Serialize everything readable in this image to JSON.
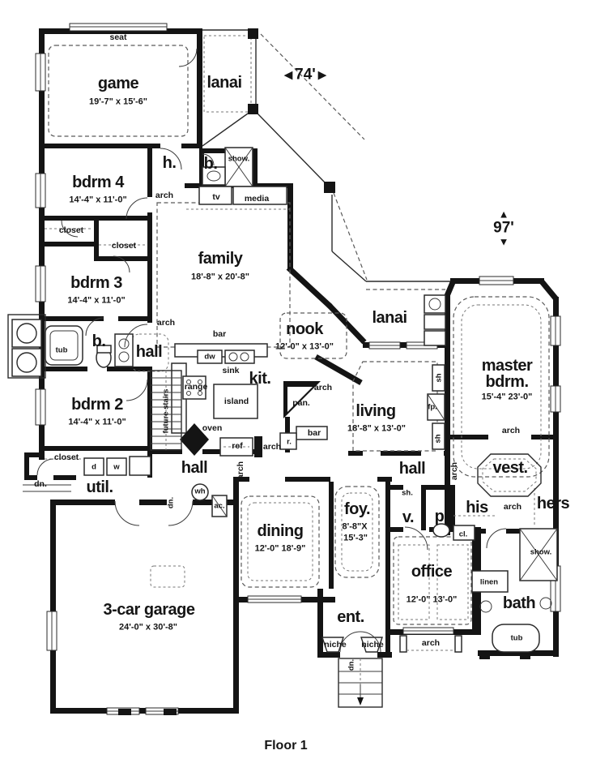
{
  "title": "Floor 1",
  "markers": {
    "width": {
      "value": "74'",
      "left_arrow": "◀",
      "right_arrow": "▶"
    },
    "height": {
      "value": "97'",
      "up_arrow": "▲",
      "down_arrow": "▼"
    }
  },
  "rooms": [
    {
      "label": "game",
      "dims": "19'-7\" x 15'-6\""
    },
    {
      "label": "lanai"
    },
    {
      "label": "bdrm 4",
      "dims": "14'-4\" x 11'-0\""
    },
    {
      "label": "h."
    },
    {
      "label": "b."
    },
    {
      "label": "family",
      "dims": "18'-8\" x 20'-8\""
    },
    {
      "label": "bdrm 3",
      "dims": "14'-4\" x 11'-0\""
    },
    {
      "label": "b."
    },
    {
      "label": "hall"
    },
    {
      "label": "nook",
      "dims": "12'-0\" x 13'-0\""
    },
    {
      "label": "lanai"
    },
    {
      "label": "kit."
    },
    {
      "label": "master",
      "label2": "bdrm.",
      "dims": "15'-4\" 23'-0\""
    },
    {
      "label": "bdrm 2",
      "dims": "14'-4\" x 11'-0\""
    },
    {
      "label": "living",
      "dims": "18'-8\" x 13'-0\""
    },
    {
      "label": "util."
    },
    {
      "label": "hall"
    },
    {
      "label": "hall"
    },
    {
      "label": "vest."
    },
    {
      "label": "his"
    },
    {
      "label": "hers"
    },
    {
      "label": "v."
    },
    {
      "label": "p."
    },
    {
      "label": "foy.",
      "dims": "8'-8\"X",
      "dims2": "15'-3\""
    },
    {
      "label": "dining",
      "dims": "12'-0\" 18'-9\""
    },
    {
      "label": "office",
      "dims": "12'-0\" 13'-0\""
    },
    {
      "label": "bath"
    },
    {
      "label": "3-car garage",
      "dims": "24'-0\" x 30'-8\""
    },
    {
      "label": "ent."
    }
  ],
  "features": [
    {
      "label": "seat"
    },
    {
      "label": "show."
    },
    {
      "label": "arch"
    },
    {
      "label": "tv"
    },
    {
      "label": "media"
    },
    {
      "label": "closet"
    },
    {
      "label": "closet"
    },
    {
      "label": "arch"
    },
    {
      "label": "tub"
    },
    {
      "label": "bar"
    },
    {
      "label": "dw"
    },
    {
      "label": "sink"
    },
    {
      "label": "range"
    },
    {
      "label": "island"
    },
    {
      "label": "pan."
    },
    {
      "label": "arch"
    },
    {
      "label": "bar"
    },
    {
      "label": "r."
    },
    {
      "label": "oven"
    },
    {
      "label": "ref"
    },
    {
      "label": "arch"
    },
    {
      "label": "future stairs"
    },
    {
      "label": "closet"
    },
    {
      "label": "d"
    },
    {
      "label": "w"
    },
    {
      "label": "dn."
    },
    {
      "label": "wh"
    },
    {
      "label": "ac."
    },
    {
      "label": "dn."
    },
    {
      "label": "arch"
    },
    {
      "label": "sh"
    },
    {
      "label": "fp."
    },
    {
      "label": "sh"
    },
    {
      "label": "sh."
    },
    {
      "label": "arch"
    },
    {
      "label": "arch"
    },
    {
      "label": "cl."
    },
    {
      "label": "show."
    },
    {
      "label": "linen"
    },
    {
      "label": "tub"
    },
    {
      "label": "niche"
    },
    {
      "label": "niche"
    },
    {
      "label": "arch"
    },
    {
      "label": "dn."
    },
    {
      "label": "arch"
    }
  ]
}
